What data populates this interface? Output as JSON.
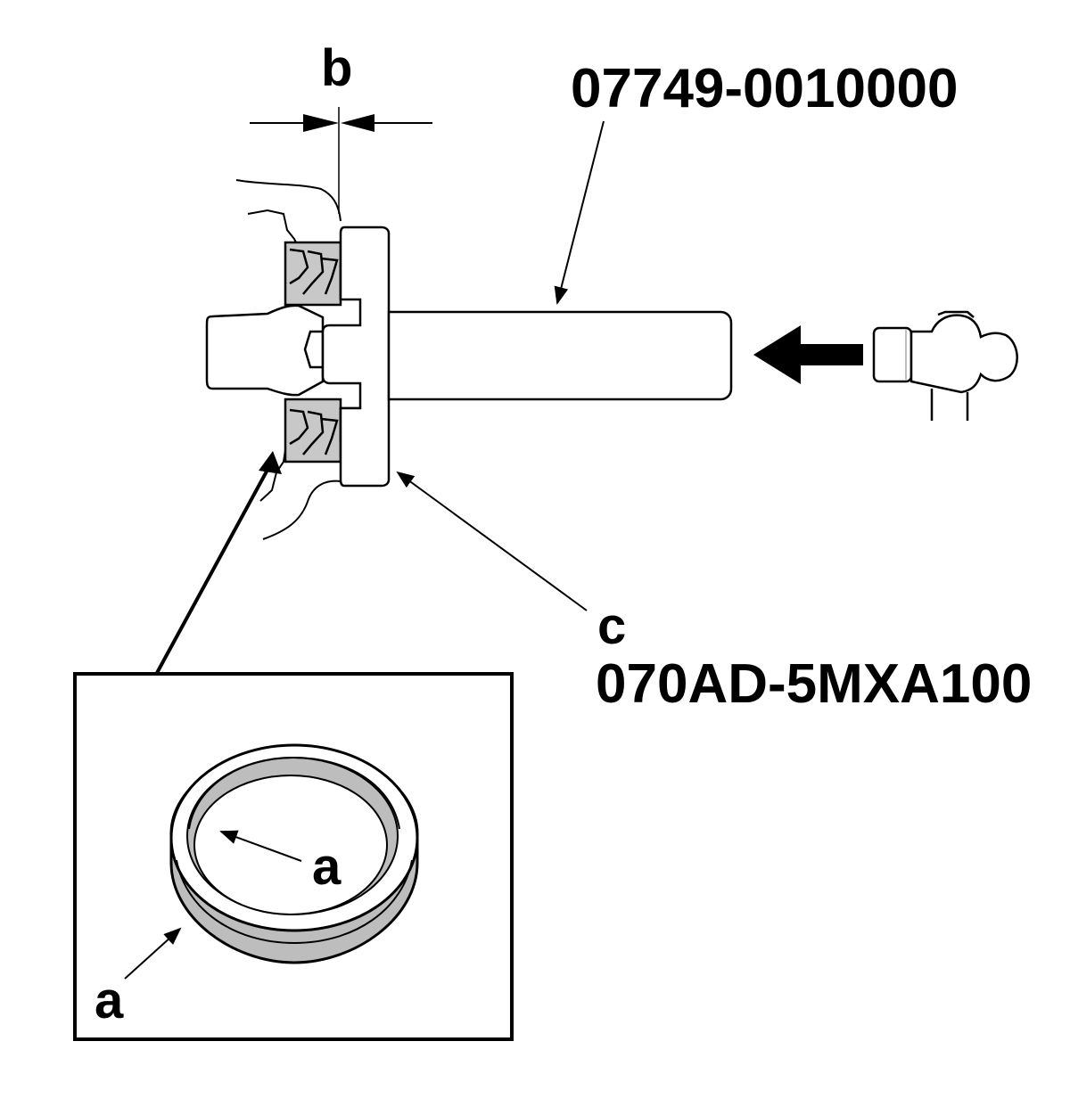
{
  "labels": {
    "b": "b",
    "driver_part_number": "07749-0010000",
    "c": "c",
    "attachment_part_number": "070AD-5MXA100",
    "a_inner": "a",
    "a_outer": "a"
  },
  "icons": {
    "hammer": "hammer-icon",
    "direction_arrow": "arrow-left-icon"
  },
  "colors": {
    "line": "#000000",
    "seal_fill": "#c8c8c8",
    "ring_band": "#bdbdbd",
    "background": "#ffffff"
  }
}
